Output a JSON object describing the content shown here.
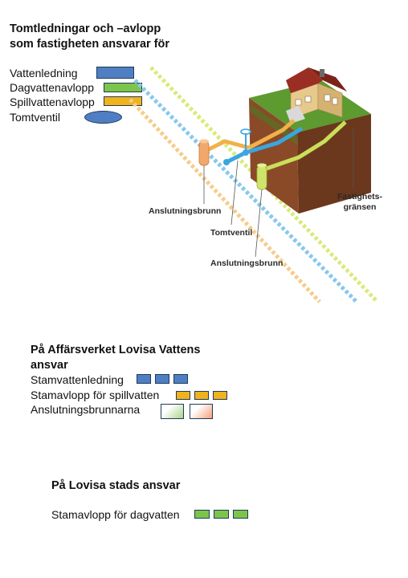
{
  "top": {
    "title_line1": "Tomtledningar och –avlopp",
    "title_line2": "som fastigheten ansvarar för",
    "legend": [
      {
        "label": "Vattenledning",
        "color": "#4f7fc2"
      },
      {
        "label": "Dagvattenavlopp",
        "color": "#7dc54a"
      },
      {
        "label": "Spillvattenavlopp",
        "color": "#f0b31c"
      },
      {
        "label": "Tomtventil",
        "color": "#4f7fc2"
      }
    ]
  },
  "diagram": {
    "labels": {
      "anslutningsbrunn_left": "Anslutningsbrunn",
      "tomtventil": "Tomtventil",
      "anslutningsbrunn_bottom": "Anslutningsbrunn",
      "fastighets_line1": "Fastighets-",
      "fastighets_line2": "gränsen"
    },
    "colors": {
      "water": "#3aa6e0",
      "storm": "#c9df5a",
      "sewer": "#f2b04a",
      "grass": "#5d9a2f",
      "soil": "#7a4023",
      "house_wall": "#e7c98c",
      "roof": "#9b2e22"
    }
  },
  "affars": {
    "title_line1": "På Affärsverket Lovisa Vattens",
    "title_line2": "ansvar",
    "items": [
      {
        "label": "Stamvattenledning",
        "color": "#4f7fc2"
      },
      {
        "label": "Stamavlopp för spillvatten",
        "color": "#f0b31c"
      },
      {
        "label": "Anslutningsbrunnarna",
        "color": "gradient"
      }
    ]
  },
  "stad": {
    "title": "På Lovisa stads ansvar",
    "item": {
      "label": "Stamavlopp för dagvatten",
      "color": "#7dc54a"
    }
  }
}
